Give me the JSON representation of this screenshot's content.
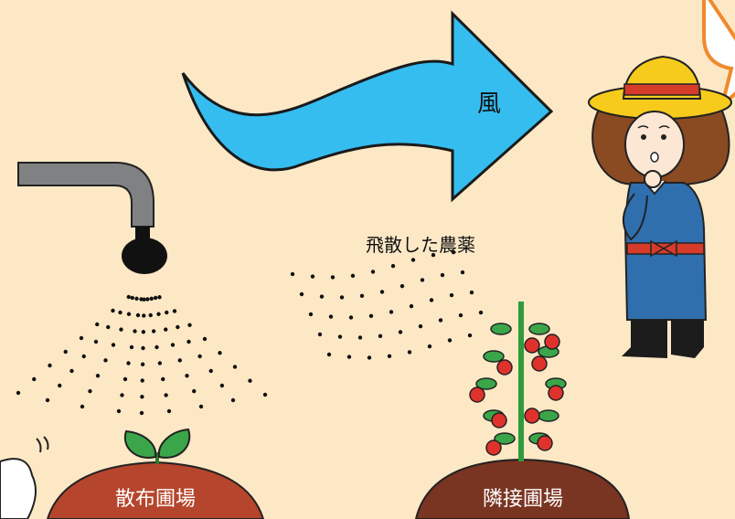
{
  "labels": {
    "wind": "風",
    "drift": "飛散した農薬",
    "sprayed_field": "散布圃場",
    "adjacent_field": "隣接圃場"
  },
  "colors": {
    "background": "#fde8c6",
    "wind_arrow": "#35bdf0",
    "soil_sprayed": "#b5452c",
    "soil_adjacent": "#7a3422",
    "speech_border": "#f08a2c",
    "hat": "#f6cb1c",
    "hat_band": "#d63b2a",
    "clothes": "#2f6fae",
    "hair": "#8a4a22",
    "tomato": "#e0322c",
    "leaf": "#2e9c3b"
  },
  "icons": [
    "sprayer-pipe-icon",
    "wind-arrow-icon",
    "seedling-icon",
    "tomato-plant-icon",
    "farmer-woman-icon",
    "speech-bubble-icon"
  ]
}
